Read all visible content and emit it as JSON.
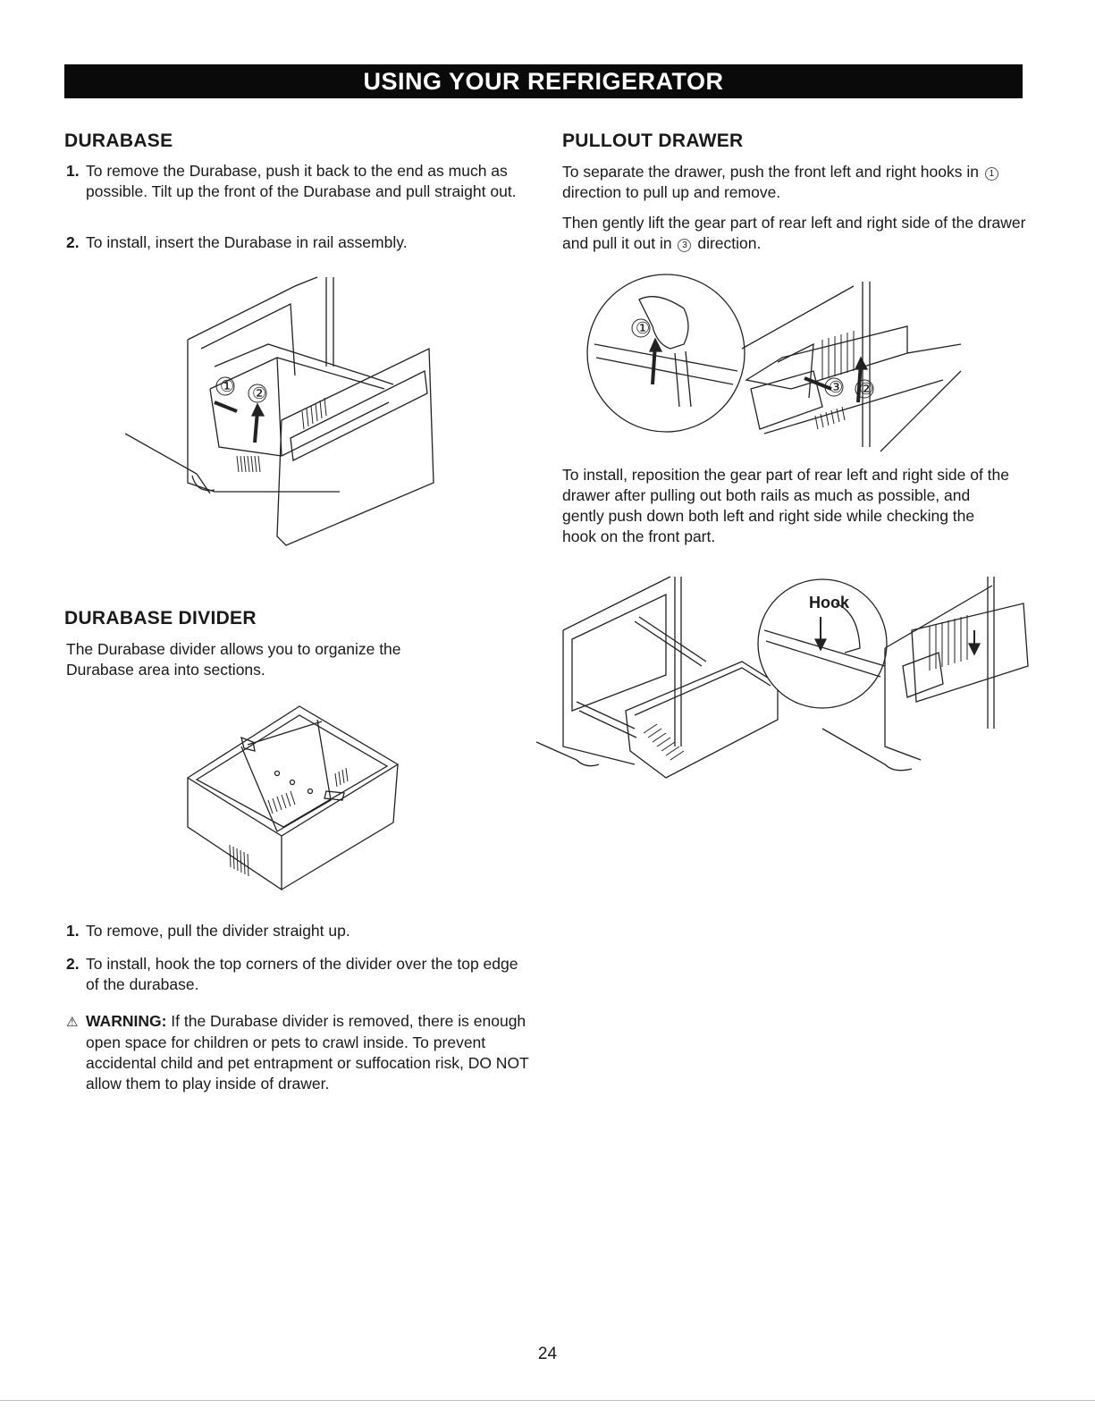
{
  "header": {
    "title": "USING YOUR REFRIGERATOR"
  },
  "durabase": {
    "heading": "DURABASE",
    "steps": [
      {
        "num": "1.",
        "text": "To remove the Durabase, push it back to the end as much as possible. Tilt up the front of the Durabase and pull straight out."
      },
      {
        "num": "2.",
        "text": "To install, insert the Durabase in rail assembly."
      }
    ],
    "figure_callouts": [
      "①",
      "②"
    ]
  },
  "divider": {
    "heading": "DURABASE DIVIDER",
    "intro": "The Durabase divider allows you to organize the Durabase area into sections.",
    "steps": [
      {
        "num": "1.",
        "text": "To remove, pull the divider straight up."
      },
      {
        "num": "2.",
        "text": "To install, hook the top corners of the divider over the top edge of the durabase."
      }
    ],
    "warning": {
      "icon": "warning-triangle-icon",
      "label": "WARNING:",
      "text": "If the Durabase divider is removed, there is enough open space for children or pets to crawl inside. To prevent accidental child and pet entrapment or suffocation risk, DO NOT allow them to play inside of drawer."
    }
  },
  "pullout": {
    "heading": "PULLOUT DRAWER",
    "p1_a": "To separate the drawer, push the front left and right hooks in",
    "p1_num": "1",
    "p1_b": "direction to pull up and remove.",
    "p2_a": "Then gently lift the gear part of rear left and right side of the drawer and pull it out in",
    "p2_num": "3",
    "p2_b": "direction.",
    "figure_callouts": [
      "①",
      "③",
      "②"
    ],
    "install_text": "To install, reposition the gear part of rear left and right side of the drawer after pulling out both rails as much as possible, and gently push down both left and right side while checking the hook on the front part.",
    "hook_label": "Hook"
  },
  "page_number": "24"
}
